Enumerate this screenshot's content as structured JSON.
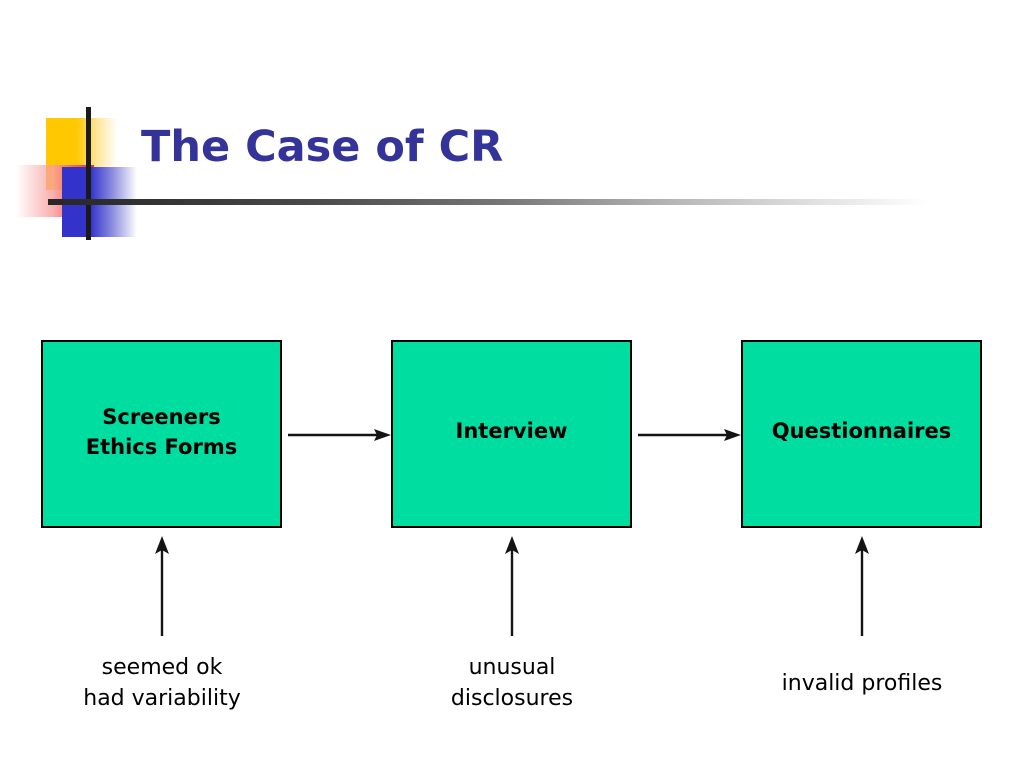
{
  "slide": {
    "title": "The Case of CR",
    "title_color": "#333399",
    "background_color": "#ffffff"
  },
  "decoration": {
    "yellow_swatch_color": "#FFC800",
    "red_swatch_color": "#F62A2A",
    "blue_swatch_color": "#3333CC",
    "vertical_bar_color": "#1a1a1a",
    "horizontal_rule_color": "#272727"
  },
  "diagram": {
    "box_fill_color": "#00DDA0",
    "box_border_color": "#000000",
    "boxes": [
      {
        "id": "screeners-ethics-forms",
        "label": "Screeners\nEthics Forms"
      },
      {
        "id": "interview",
        "label": "Interview"
      },
      {
        "id": "questionnaires",
        "label": "Questionnaires"
      }
    ],
    "flow_arrows": [
      {
        "id": "screeners-to-interview",
        "direction": "right"
      },
      {
        "id": "interview-to-questionnaires",
        "direction": "right"
      }
    ],
    "callout_arrows": [
      {
        "id": "callout-to-screeners",
        "direction": "up"
      },
      {
        "id": "callout-to-interview",
        "direction": "up"
      },
      {
        "id": "callout-to-questionnaires",
        "direction": "up"
      }
    ],
    "captions": [
      {
        "id": "screeners-note",
        "text": "seemed ok\nhad variability"
      },
      {
        "id": "interview-note",
        "text": "unusual\ndisclosures"
      },
      {
        "id": "questionnaires-note",
        "text": "invalid profiles"
      }
    ]
  }
}
